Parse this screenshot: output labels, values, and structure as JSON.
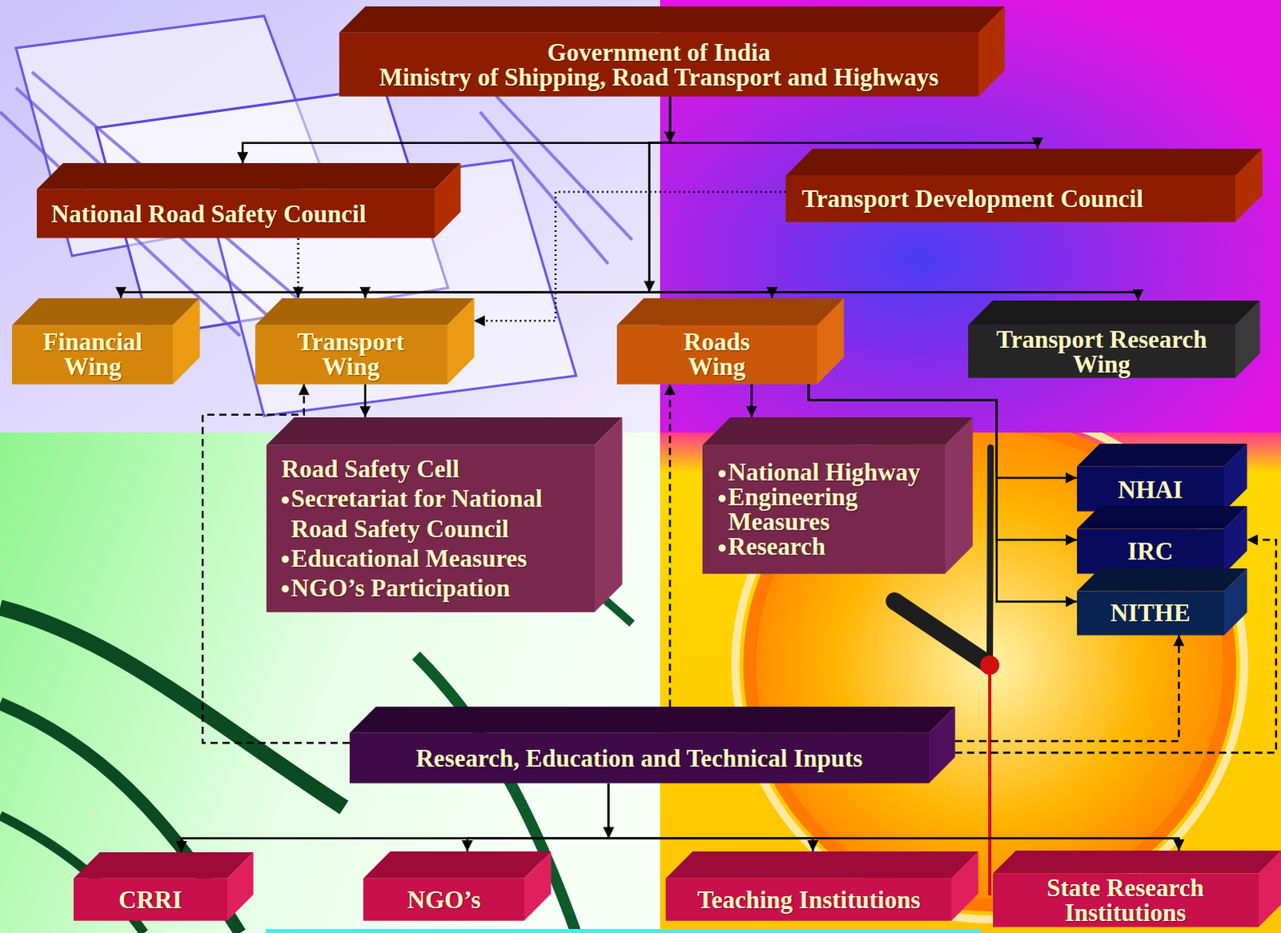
{
  "diagram": {
    "nodes": [
      {
        "text": [
          "Government of India",
          "Ministry of Shipping, Road Transport and Highways"
        ]
      },
      {
        "text": [
          "National Road Safety Council"
        ]
      },
      {
        "text": [
          "Transport Development Council"
        ]
      },
      {
        "text": [
          "Financial Wing"
        ]
      },
      {
        "text": [
          "Transport Wing"
        ]
      },
      {
        "text": [
          "Roads Wing"
        ]
      },
      {
        "text": [
          "Transport Research Wing"
        ]
      },
      {
        "text": [
          "Road Safety Cell",
          "Secretariat for National Road Safety Council",
          "Educational Measures",
          "NGO’s Participation"
        ]
      },
      {
        "text": [
          "National Highway",
          "Engineering Measures",
          "Research"
        ]
      },
      {
        "text": [
          "NHAI"
        ]
      },
      {
        "text": [
          "IRC"
        ]
      },
      {
        "text": [
          "NITHE"
        ]
      },
      {
        "text": [
          "Research, Education and Technical Inputs"
        ]
      },
      {
        "text": [
          "CRRI"
        ]
      },
      {
        "text": [
          "NGO’s"
        ]
      },
      {
        "text": [
          "Teaching Institutions"
        ]
      },
      {
        "text": [
          "State Research Institutions"
        ]
      }
    ],
    "edges": [
      {
        "from": 0,
        "to": 1,
        "arrow": "to"
      },
      {
        "from": 0,
        "to": 2,
        "arrow": "to"
      },
      {
        "from": 0,
        "to": 3,
        "arrow": "to"
      },
      {
        "from": 0,
        "to": 4,
        "arrow": "to"
      },
      {
        "from": 0,
        "to": 5,
        "arrow": "to"
      },
      {
        "from": 0,
        "to": 6,
        "arrow": "to"
      },
      {
        "from": 1,
        "to": 4,
        "arrow": "to"
      },
      {
        "from": 2,
        "to": 4,
        "arrow": "to"
      },
      {
        "from": 4,
        "to": 7,
        "arrow": "to"
      },
      {
        "from": 5,
        "to": 8,
        "arrow": "to"
      },
      {
        "from": 5,
        "to": 9,
        "arrow": "to"
      },
      {
        "from": 5,
        "to": 10,
        "arrow": "to"
      },
      {
        "from": 5,
        "to": 11,
        "arrow": "to"
      },
      {
        "from": 12,
        "to": 4,
        "arrow": "to"
      },
      {
        "from": 12,
        "to": 5,
        "arrow": "to"
      },
      {
        "from": 12,
        "to": 11,
        "arrow": "to"
      },
      {
        "from": 12,
        "to": 10,
        "arrow": "to"
      },
      {
        "from": 12,
        "to": 13,
        "arrow": "to"
      },
      {
        "from": 12,
        "to": 14,
        "arrow": "to"
      },
      {
        "from": 12,
        "to": 15,
        "arrow": "to"
      },
      {
        "from": 12,
        "to": 16,
        "arrow": "to"
      }
    ]
  }
}
